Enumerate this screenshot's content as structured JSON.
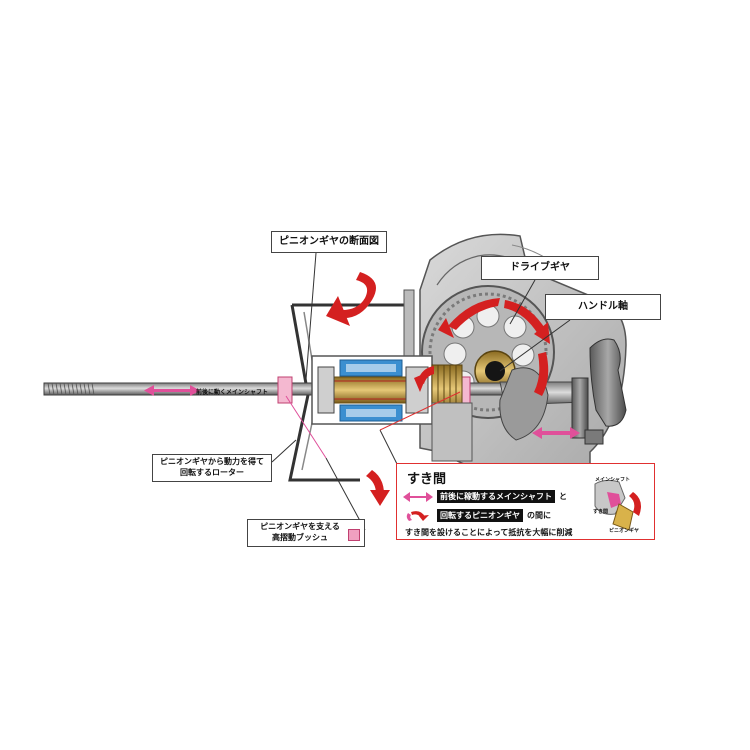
{
  "labels": {
    "pinion_section": "ピニオンギヤの断面図",
    "drive_gear": "ドライブギヤ",
    "handle_shaft": "ハンドル軸",
    "main_shaft": "前後に動くメインシャフト",
    "rotor_line1": "ピニオンギヤから動力を得て",
    "rotor_line2": "回転するローター",
    "bush_line1": "ピニオンギヤを支える",
    "bush_line2": "高摺動ブッシュ"
  },
  "clearance": {
    "title": "すき間",
    "row1_tag": "前後に稼動するメインシャフト",
    "row1_after": "と",
    "row2_tag": "回転するピニオンギヤ",
    "row2_after": "の間に",
    "row3": "すき間を設けることによって抵抗を大幅に削減",
    "mini_main": "メインシャフト",
    "mini_gap": "すき間",
    "mini_pinion": "ピニオンギヤ"
  },
  "colors": {
    "body_gray": "#c8c8c8",
    "dark_gray": "#555555",
    "pink_arrow": "#e0509a",
    "red_arrow": "#d42020",
    "bearing_blue": "#3b8fd0",
    "brass": "#c9a040"
  },
  "icons": [
    "double-arrow-icon",
    "rotation-arrow-icon"
  ]
}
